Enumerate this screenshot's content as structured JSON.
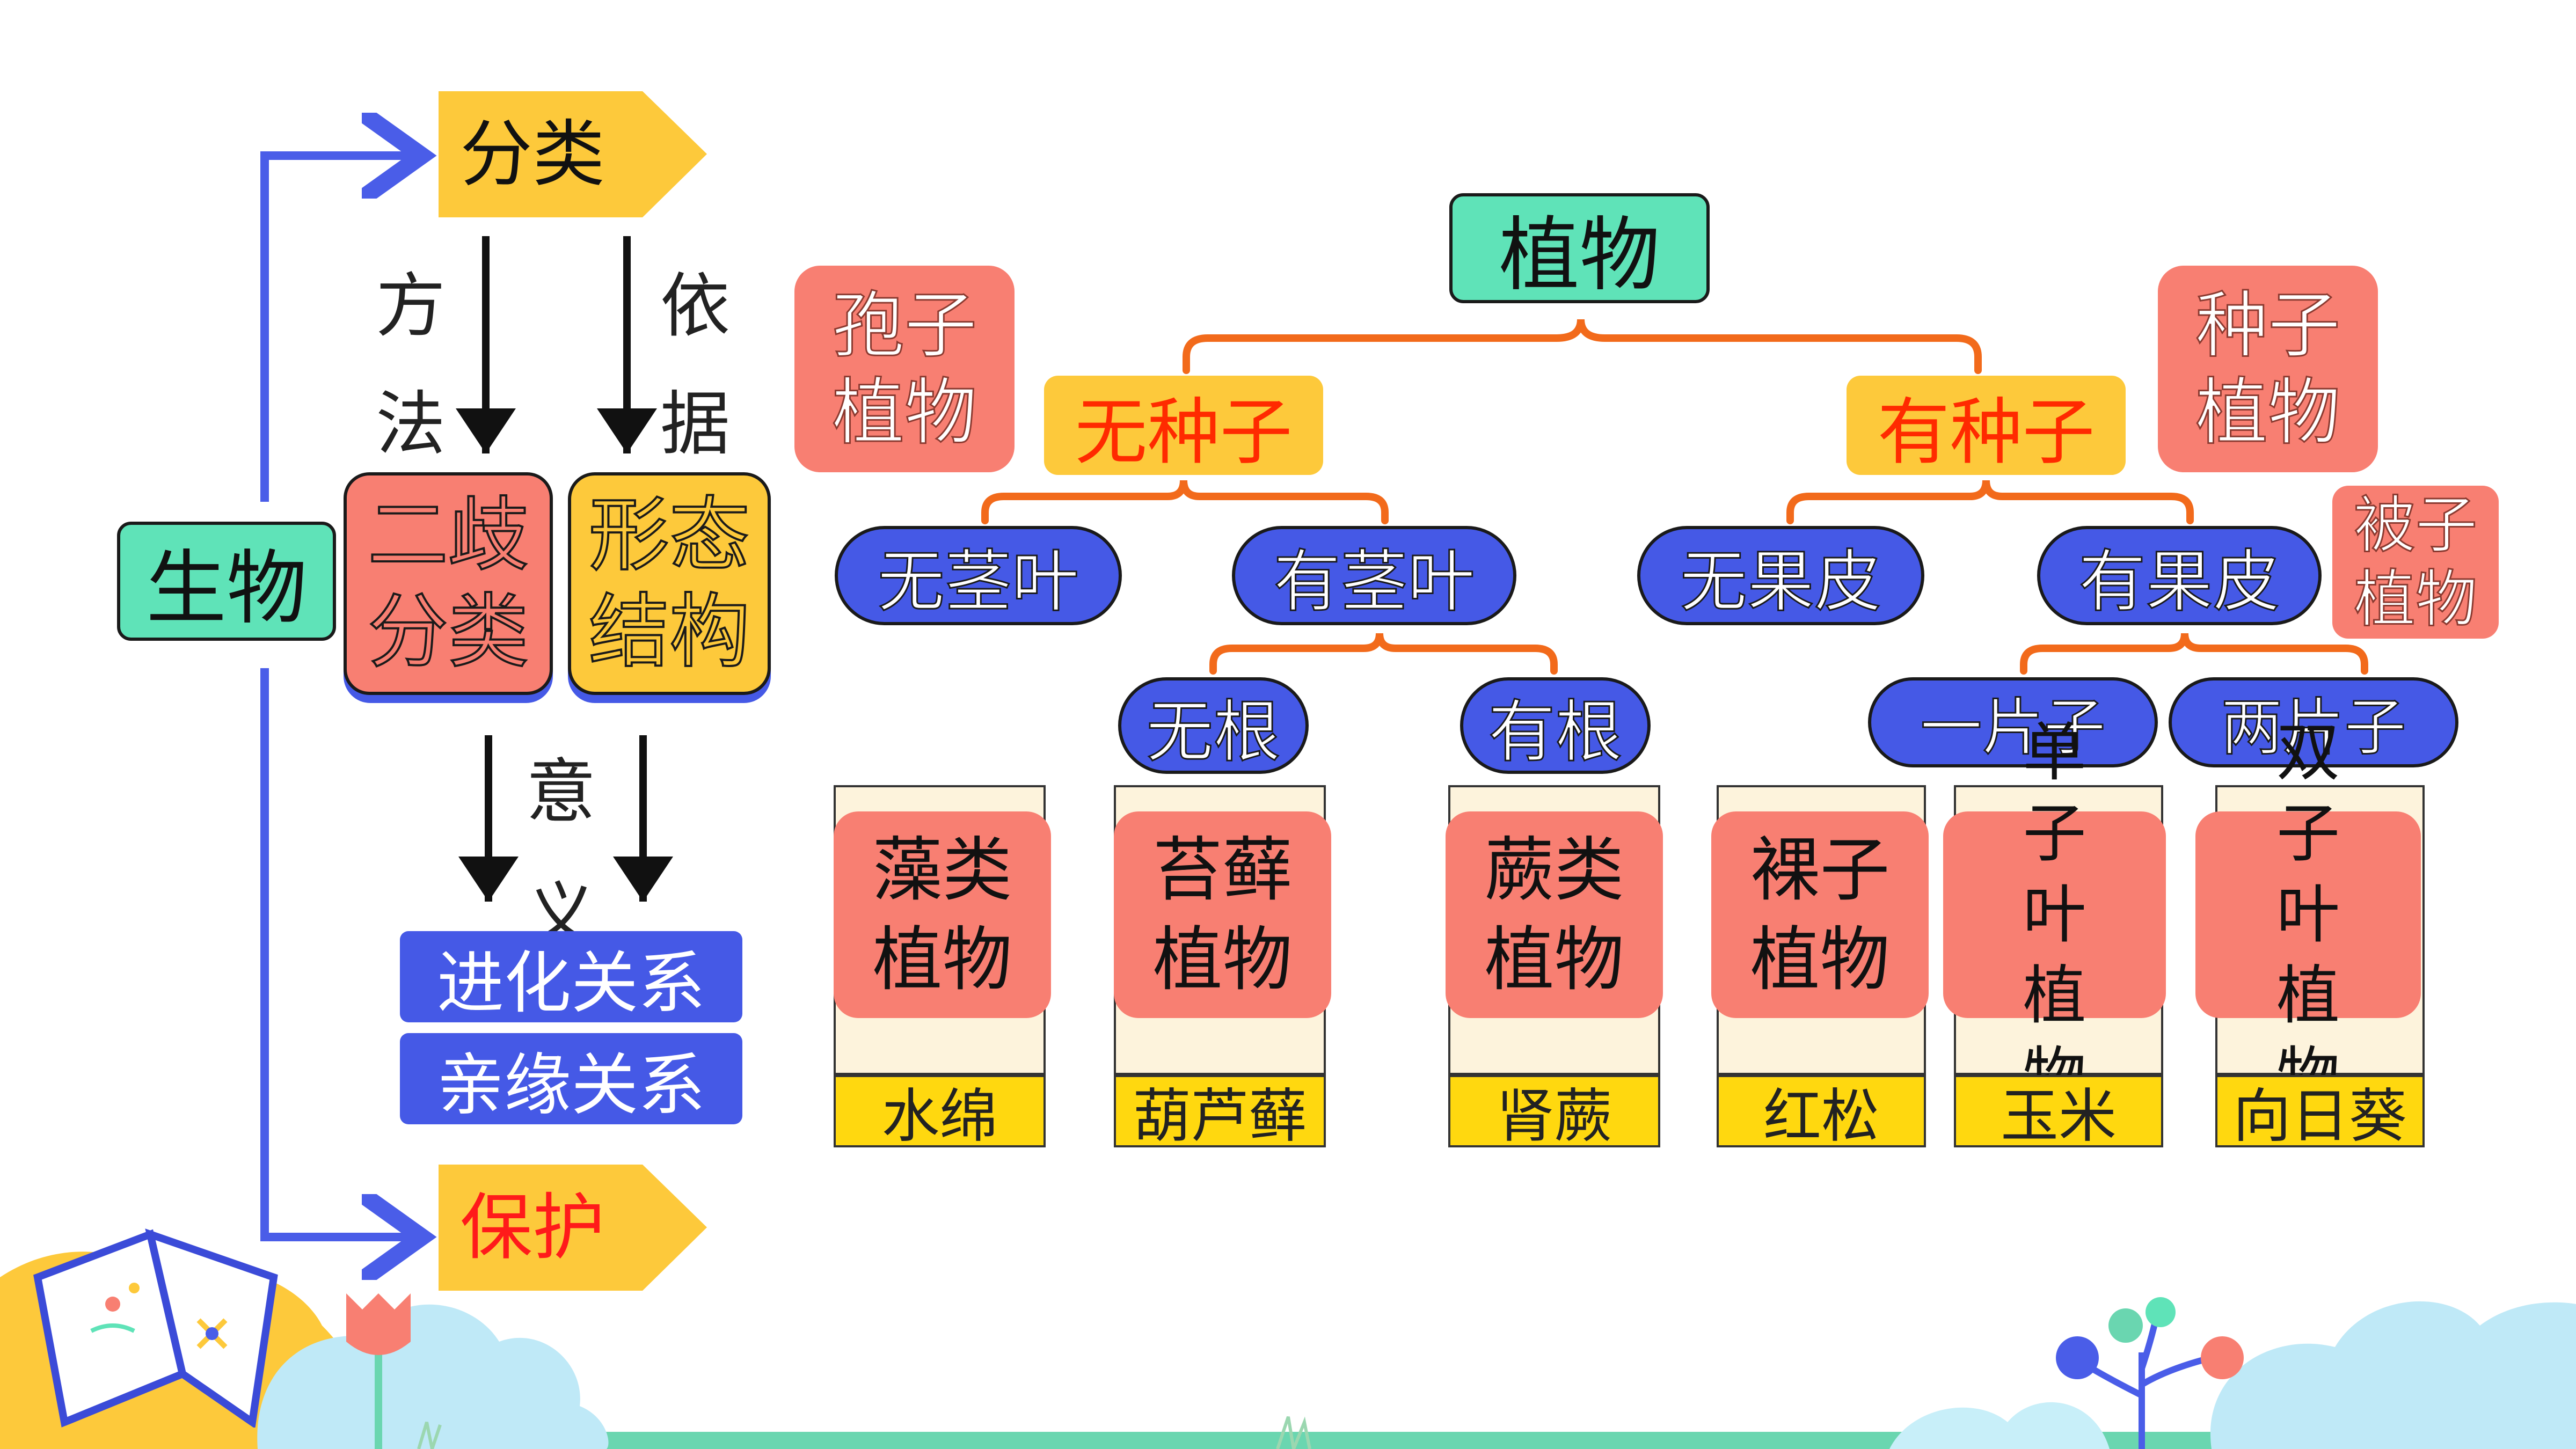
{
  "left": {
    "organism": "生物",
    "classify": "分类",
    "protect": "保护",
    "method": "方法",
    "basis": "依据",
    "significance": "意义",
    "dichotomous": "二歧分类",
    "morphology": "形态结构",
    "evolution": "进化关系",
    "kinship": "亲缘关系"
  },
  "tree": {
    "root": "植物",
    "spore_plants": "孢子植物",
    "seed_plants": "种子植物",
    "no_seed": "无种子",
    "has_seed": "有种子",
    "no_stem_leaf": "无茎叶",
    "has_stem_leaf": "有茎叶",
    "no_pericarp": "无果皮",
    "has_pericarp": "有果皮",
    "angiosperm": "被子植物",
    "no_root": "无根",
    "has_root": "有根",
    "one_cotyledon": "一片子",
    "two_cotyledons": "两片子"
  },
  "groups": [
    {
      "overlay": "藻类植物",
      "example": "水绵"
    },
    {
      "overlay": "苔藓植物",
      "example": "葫芦藓"
    },
    {
      "overlay": "蕨类植物",
      "example": "肾蕨"
    },
    {
      "overlay": "裸子植物",
      "example": "红松"
    },
    {
      "overlay": "单子叶植物",
      "example": "玉米"
    },
    {
      "overlay": "双子叶植物",
      "example": "向日葵"
    }
  ],
  "colors": {
    "arrow_blue": "#4a5de8",
    "bracket_orange": "#f26a1b",
    "group_overlay": "#f87f72",
    "tag_yellow": "#fdc93b",
    "root_green": "#5fe3b8",
    "pill_blue": "#4559e6",
    "label_yellow": "#ffd80f",
    "text_red": "#ff1a1a"
  }
}
